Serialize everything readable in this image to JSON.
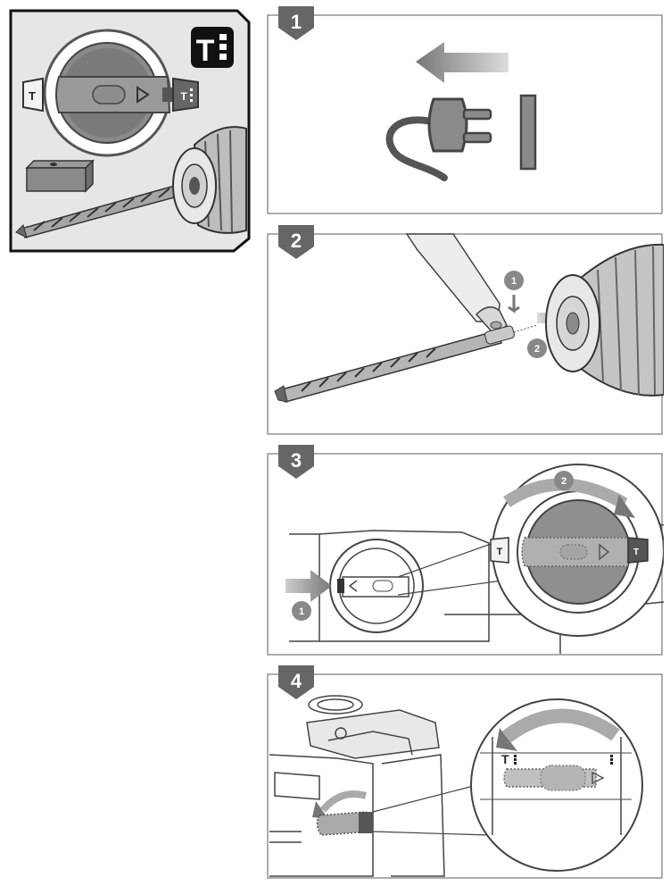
{
  "overview": {
    "mode_icon_label": "T",
    "left_tab_label": "T",
    "right_tab_label": "T"
  },
  "steps": [
    {
      "number": "1",
      "icon_names": [
        "arrow-left-icon",
        "power-plug-icon"
      ]
    },
    {
      "number": "2",
      "callouts": [
        "1",
        "2"
      ]
    },
    {
      "number": "3",
      "callouts": [
        "1",
        "2"
      ],
      "tab_left": "T",
      "tab_right": "T"
    },
    {
      "number": "4",
      "tab_label": "T"
    }
  ]
}
